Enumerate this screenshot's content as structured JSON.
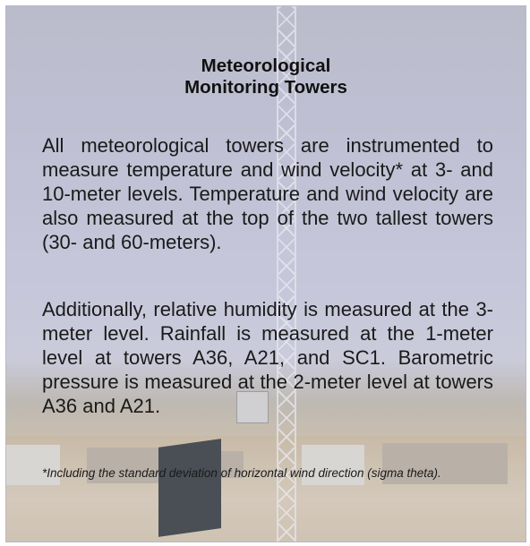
{
  "slide": {
    "title_line1": "Meteorological",
    "title_line2": "Monitoring Towers",
    "paragraph1": "All meteorological towers are instrumented to measure temperature and wind velocity* at 3- and 10-meter levels. Temperature and wind velocity are also measured at the top of the two tallest towers (30- and 60-meters).",
    "paragraph2": "Additionally, relative humidity is measured at the 3-meter level. Rainfall is measured at the 1-meter level at towers A36, A21, and SC1. Barometric pressure is measured at the 2-meter level at towers A36 and A21.",
    "footnote": "*Including the standard deviation of horizontal wind direction (sigma theta)."
  },
  "colors": {
    "sky": "#bcbdd1",
    "ground": "#cdbfa9",
    "text": "#1a1a1a"
  }
}
